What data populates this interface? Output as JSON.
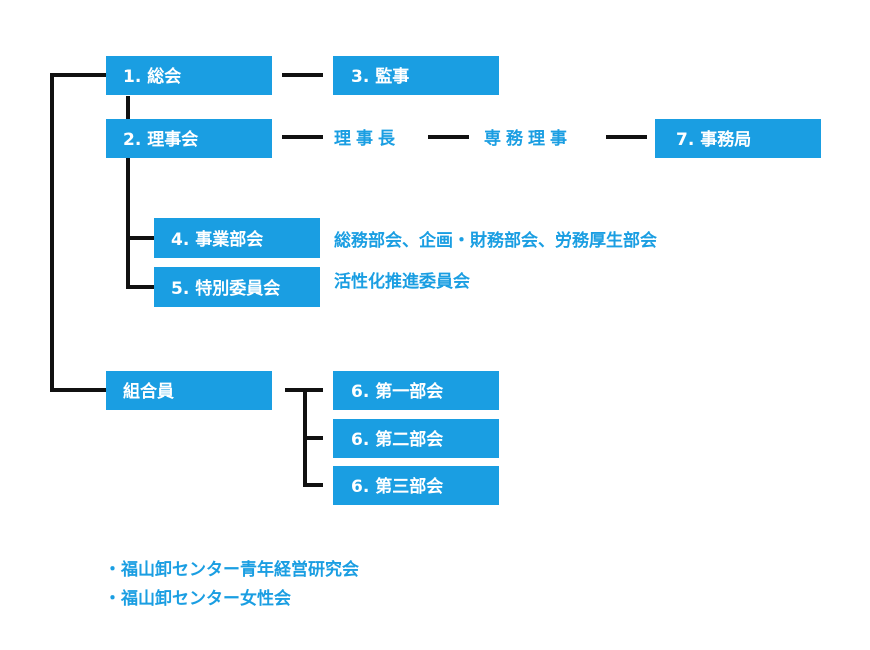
{
  "boxes": {
    "soukai": "1. 総会",
    "kanji": "3. 監事",
    "rijikai": "2. 理事会",
    "jimukyoku": "7. 事務局",
    "jigyoubukai": "4. 事業部会",
    "tokubetsu_iinkai": "5. 特別委員会",
    "kumiaiin": "組合員",
    "daiichi_bukai": "6. 第一部会",
    "daini_bukai": "6. 第二部会",
    "daisan_bukai": "6. 第三部会"
  },
  "labels": {
    "rijichou": "理事長",
    "senmu_riji": "専務理事",
    "jigyoubukai_members": "総務部会、企画・財務部会、労務厚生部会",
    "tokubetsu_members": "活性化推進委員会"
  },
  "notes": [
    "・福山卸センター青年経営研究会",
    "・福山卸センター女性会"
  ],
  "colors": {
    "accent": "#1a9ee2",
    "line": "#111111"
  }
}
